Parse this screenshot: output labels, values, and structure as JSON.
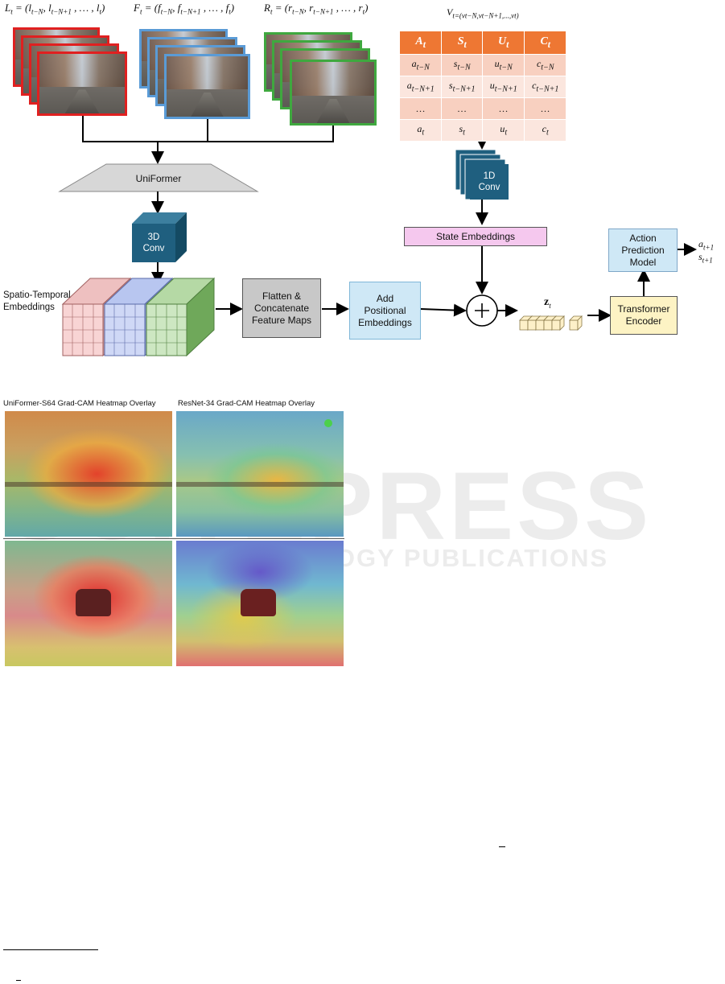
{
  "equations": {
    "left": {
      "sym": "L",
      "sub": "t",
      "parts": [
        "l",
        "t−N",
        "l",
        "t−N+1",
        "l",
        "t"
      ]
    },
    "front": {
      "sym": "F",
      "sub": "t",
      "parts": [
        "f",
        "t−N",
        "f",
        "t−N+1",
        "f",
        "t"
      ]
    },
    "right": {
      "sym": "R",
      "sub": "t",
      "parts": [
        "r",
        "t−N",
        "r",
        "t−N+1",
        "r",
        "t"
      ]
    },
    "vehicle": {
      "sym": "V",
      "sub": "t=(v",
      "tail": "t−N,",
      "tail2": "v",
      "tail3": "t−N+1",
      "tail4": ",...,v",
      "tail5": "t",
      "tail6": ")"
    }
  },
  "state_table": {
    "headers": [
      "A",
      "S",
      "U",
      "C"
    ],
    "header_sub": "t",
    "rows": [
      [
        "a",
        "t−N",
        "s",
        "t−N",
        "u",
        "t−N",
        "c",
        "t−N"
      ],
      [
        "a",
        "t−N+1",
        "s",
        "t−N+1",
        "u",
        "t−N+1",
        "c",
        "t−N+1"
      ],
      [
        "…",
        "",
        "…",
        "",
        "…",
        "",
        "…",
        ""
      ],
      [
        "a",
        "t",
        "s",
        "t",
        "u",
        "t",
        "c",
        "t"
      ]
    ]
  },
  "blocks": {
    "uniformer": "UniFormer",
    "conv3d": [
      "3D",
      "Conv"
    ],
    "conv1d": [
      "1D",
      "Conv"
    ],
    "state_embeddings": "State Embeddings",
    "st_embeddings": [
      "Spatio-Temporal",
      "Embeddings"
    ],
    "flatten": [
      "Flatten &",
      "Concatenate",
      "Feature Maps"
    ],
    "positional": [
      "Add",
      "Positional",
      "Embeddings"
    ],
    "zt": "z",
    "zt_sub": "t",
    "transformer": [
      "Transformer",
      "Encoder"
    ],
    "action_model": [
      "Action",
      "Prediction",
      "Model"
    ],
    "output_a": "a",
    "output_a_sub": "t+1",
    "output_s": "s",
    "output_s_sub": "t+1"
  },
  "heatmaps": {
    "label_left": "UniFormer-S64 Grad-CAM Heatmap Overlay",
    "label_right": "ResNet-34 Grad-CAM Heatmap Overlay"
  },
  "watermark": {
    "line1": "SCITEPRESS",
    "line2": "SCIENCE AND TECHNOLOGY PUBLICATIONS"
  },
  "colors": {
    "orange": "#ee7733",
    "teal": "#1f5f7f",
    "pink": "#f5c8ee",
    "lightblue": "#cfe8f6",
    "yellow": "#fdf3c4",
    "grey": "#c8c8c8"
  }
}
